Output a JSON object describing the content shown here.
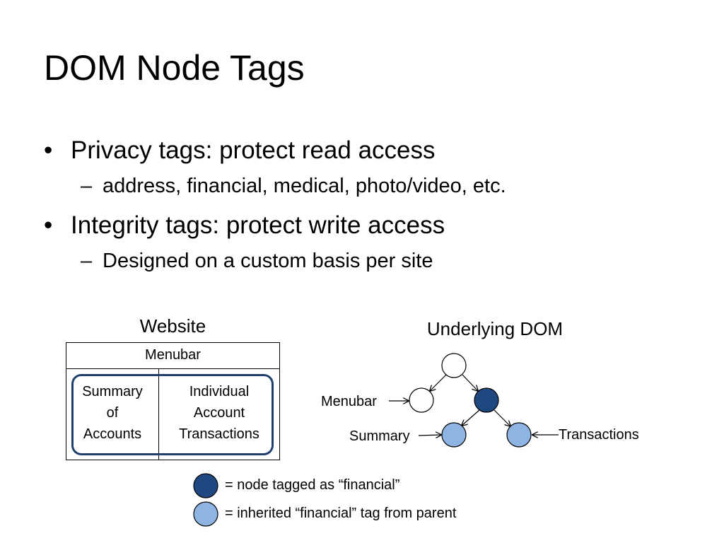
{
  "slide": {
    "title": "DOM Node Tags",
    "bullets": [
      {
        "text": "Privacy tags: protect read access",
        "sub": "address, financial, medical, photo/video, etc."
      },
      {
        "text": "Integrity tags: protect write access",
        "sub": "Designed on a custom basis per site"
      }
    ],
    "bullet_glyph": "•",
    "sub_glyph": "–"
  },
  "website": {
    "caption": "Website",
    "menubar": "Menubar",
    "left_cell": [
      "Summary",
      "of",
      "Accounts"
    ],
    "right_cell": [
      "Individual",
      "Account",
      "Transactions"
    ]
  },
  "dom": {
    "caption": "Underlying DOM",
    "labels": {
      "menubar": "Menubar",
      "summary": "Summary",
      "transactions": "Transactions"
    }
  },
  "legend": {
    "tagged": "= node tagged as “financial”",
    "inherited": "= inherited “financial” tag from parent"
  },
  "colors": {
    "tagged": "#1f4780",
    "inherited": "#8eb4e3",
    "untagged": "#ffffff",
    "highlight_border": "#1f3f6e"
  }
}
